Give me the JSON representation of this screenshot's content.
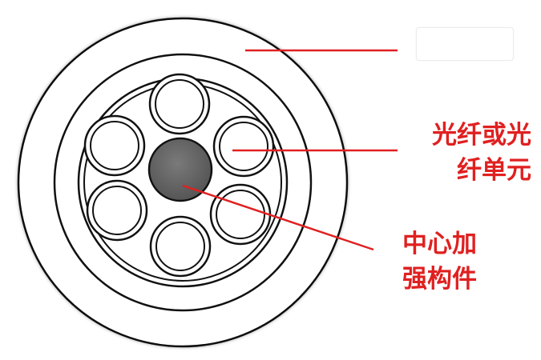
{
  "labels": {
    "fiber_unit": [
      "光纤或光",
      "纤单元"
    ],
    "center_member": [
      "中心加",
      "强构件"
    ]
  },
  "colors": {
    "leader_line": "#e02020",
    "label_text": "#e02020",
    "outline": "#111111",
    "center_member_fill": "#666666"
  }
}
